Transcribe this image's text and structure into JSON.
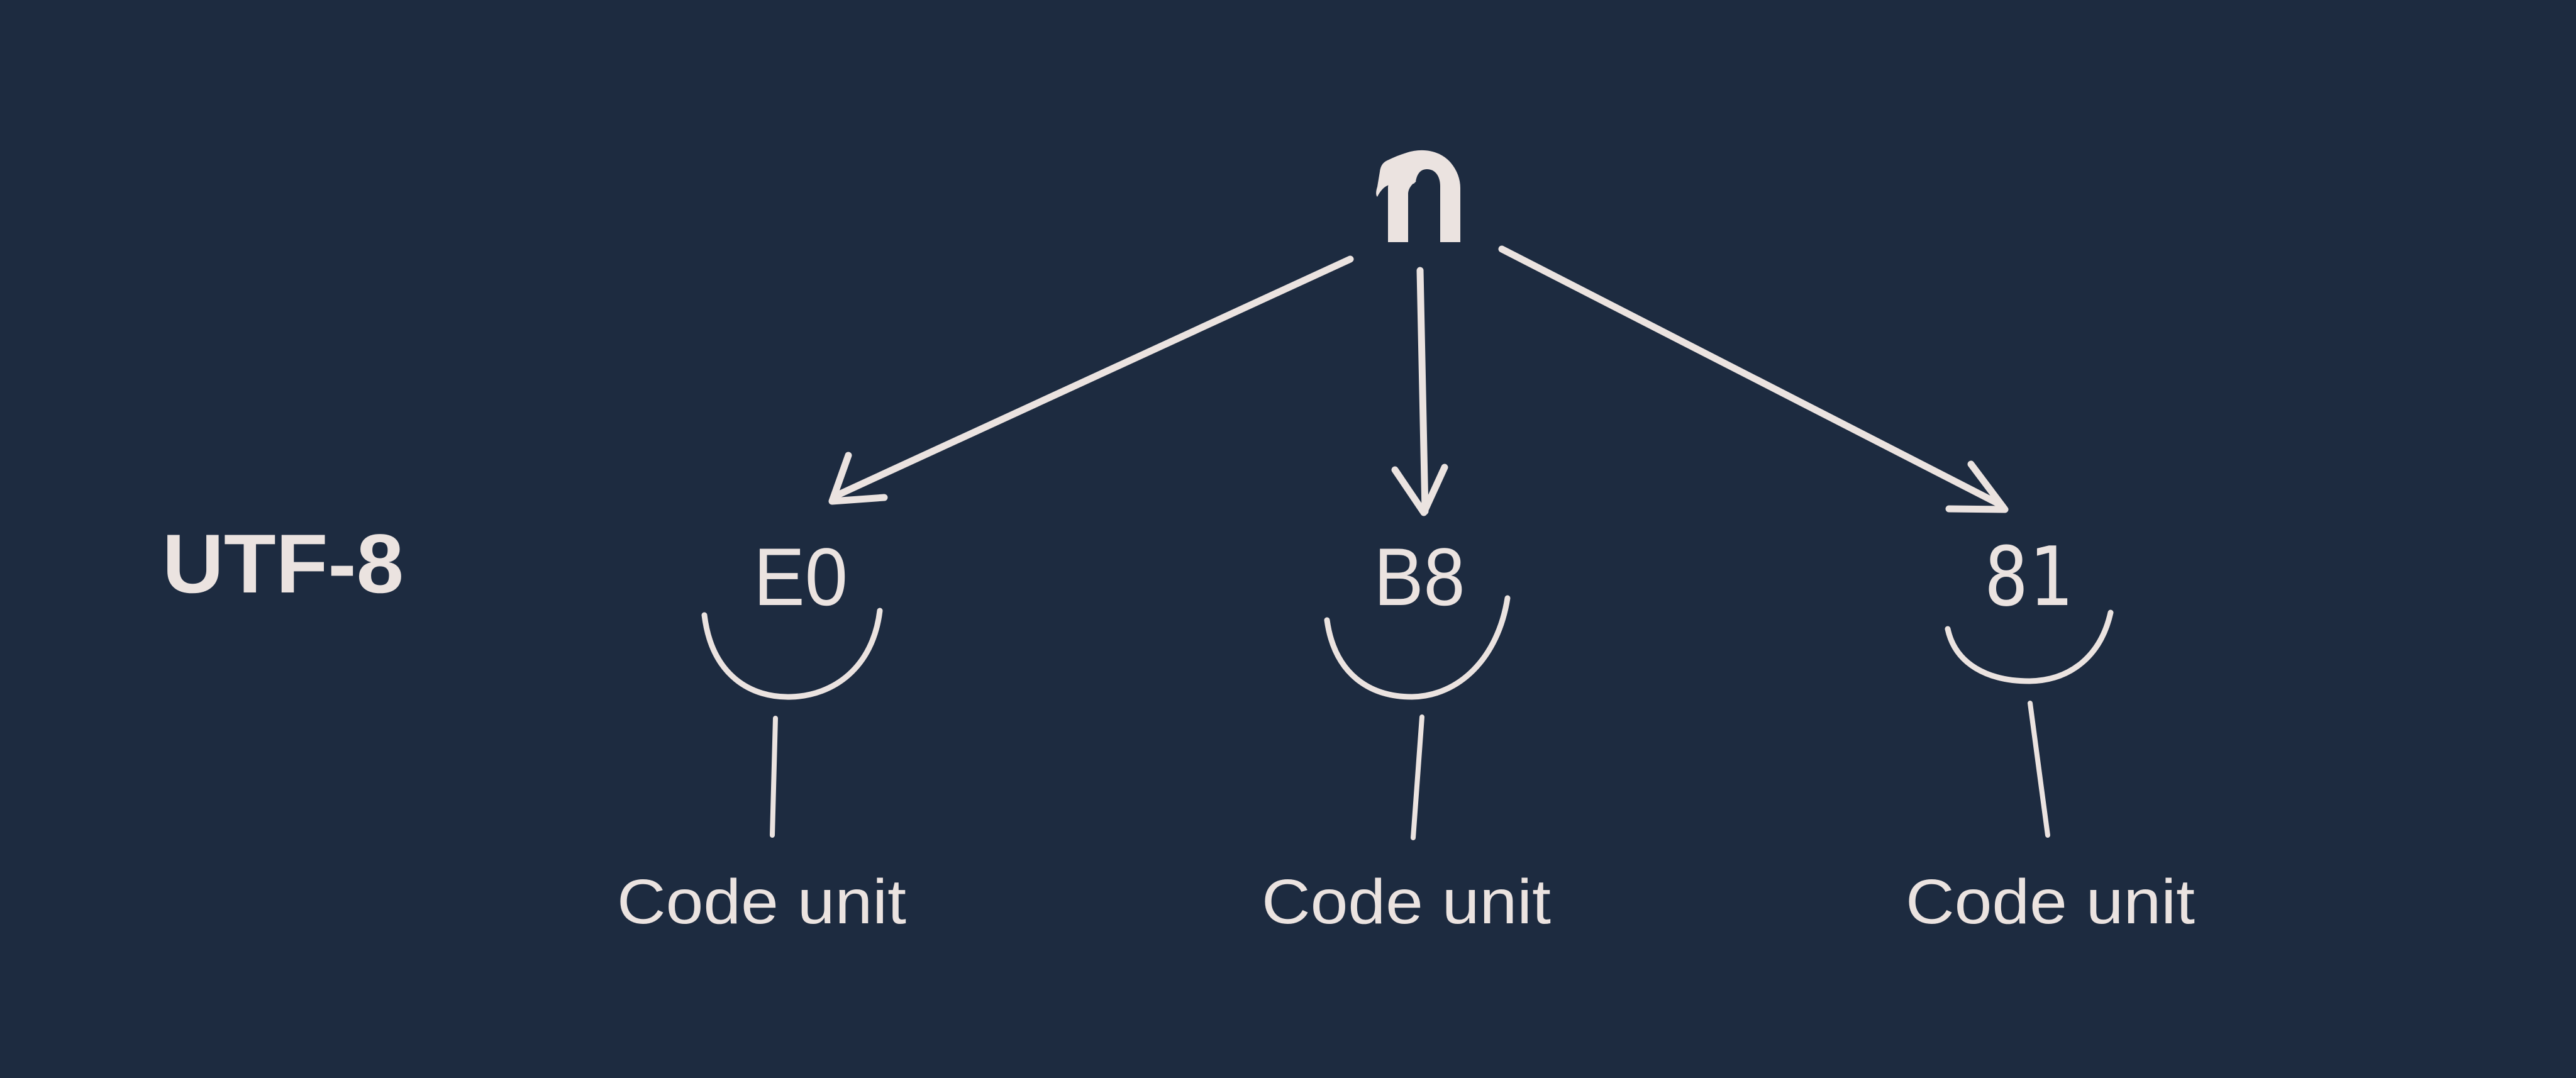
{
  "diagram": {
    "character": "ก",
    "encoding_label": "UTF-8",
    "nodes": [
      {
        "hex": "E0",
        "label": "Code unit"
      },
      {
        "hex": "B8",
        "label": "Code unit"
      },
      {
        "hex": "81",
        "label": "Code unit"
      }
    ],
    "colors": {
      "background": "#1d2b40",
      "ink": "#ebe3e0"
    }
  }
}
